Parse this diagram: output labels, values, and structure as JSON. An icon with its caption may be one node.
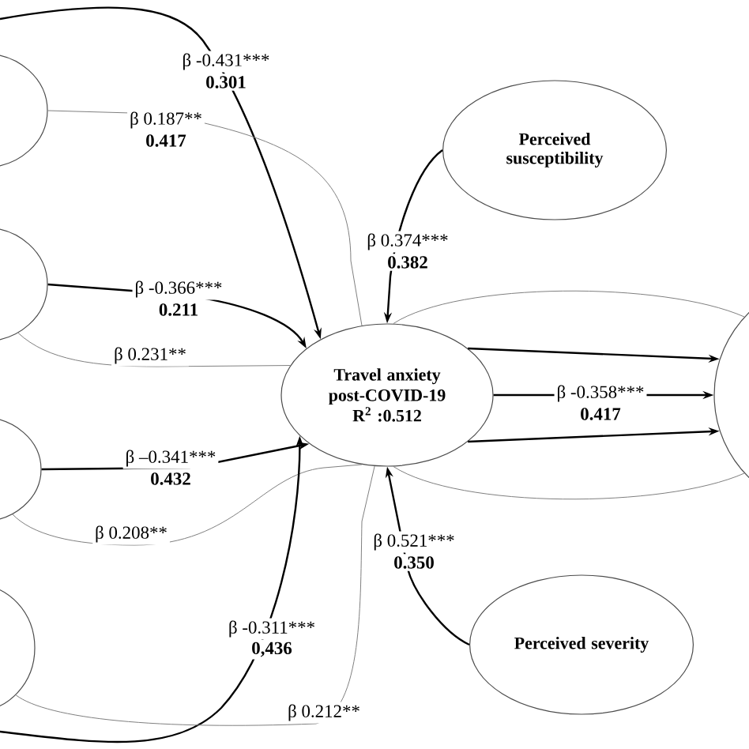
{
  "diagram": {
    "nodes": [
      {
        "text": [],
        "shape": "ellipse"
      },
      {
        "text": [],
        "shape": "ellipse"
      },
      {
        "text": [],
        "shape": "ellipse"
      },
      {
        "text": [],
        "shape": "ellipse"
      },
      {
        "text": [
          "Travel anxiety post-COVID-19",
          "R$^{2}$ :0.512"
        ]
      },
      {
        "text": [
          "Perceived susceptibility"
        ]
      },
      {
        "text": [
          "Perceived severity"
        ]
      },
      {
        "text": [],
        "shape": "ellipse"
      }
    ],
    "edges": [
      {
        "from": null,
        "to": 4,
        "arrow": "to",
        "label": "β -0.431***"
      },
      {
        "from": 0,
        "to": 4,
        "arrow": "none",
        "color": "#808080",
        "label": "β 0.187**"
      },
      {
        "from": 1,
        "to": 4,
        "arrow": "to",
        "label": "β -0.366***"
      },
      {
        "from": 1,
        "to": 4,
        "arrow": "none",
        "color": "#808080",
        "label": "β 0.231**"
      },
      {
        "from": 2,
        "to": 4,
        "arrow": "to",
        "label": "β –0.341***"
      },
      {
        "from": 2,
        "to": 4,
        "arrow": "none",
        "color": "#808080",
        "label": "β 0.208**"
      },
      {
        "from": null,
        "to": 4,
        "arrow": "to",
        "label": "β -0.311***"
      },
      {
        "from": 3,
        "to": 4,
        "arrow": "none",
        "color": "#808080",
        "label": "β 0.212**"
      },
      {
        "from": 5,
        "to": 4,
        "arrow": "to",
        "label": "β 0.374***"
      },
      {
        "from": 6,
        "to": 4,
        "arrow": "to",
        "label": "β 0.521***"
      },
      {
        "from": 4,
        "to": 7,
        "arrow": "to"
      },
      {
        "from": 4,
        "to": 7,
        "arrow": "to",
        "label": "β -0.358***"
      },
      {
        "from": 4,
        "to": 7,
        "arrow": "to"
      },
      {
        "from": 4,
        "to": 7,
        "arrow": "none",
        "color": "#808080"
      },
      {
        "from": 4,
        "to": 7,
        "arrow": "none",
        "color": "#808080"
      }
    ],
    "labels": [
      "0.301",
      "0.417",
      "0.382",
      "0.211",
      "0.417",
      "0.432",
      "0,436",
      "0.350"
    ]
  }
}
